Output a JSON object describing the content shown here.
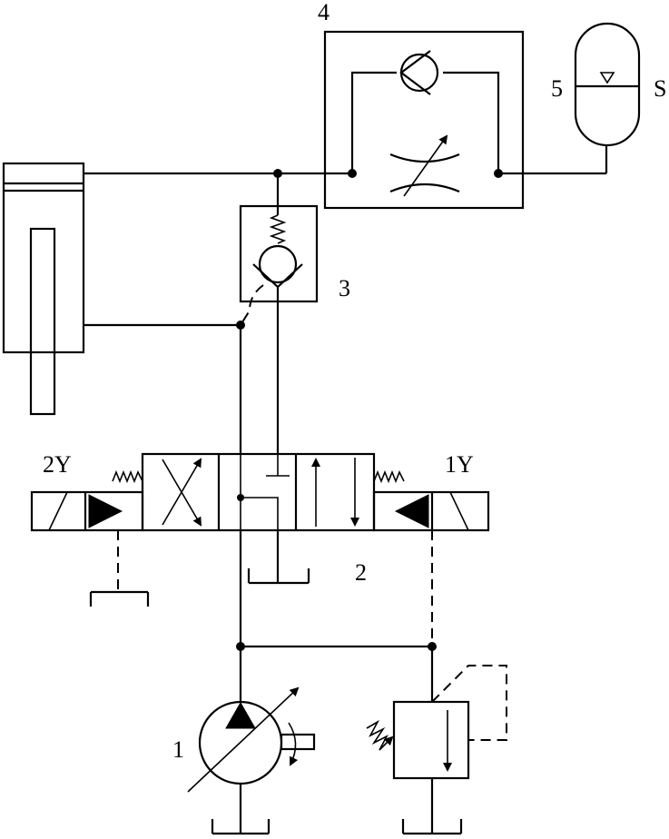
{
  "labels": {
    "pump": "1",
    "directional_valve": "2",
    "check_valve": "3",
    "throttle_check_valve": "4",
    "accumulator_number": "5",
    "accumulator_letter": "S",
    "solenoid_left": "2Y",
    "solenoid_right": "1Y"
  },
  "colors": {
    "line": "#000000",
    "background": "#ffffff"
  }
}
